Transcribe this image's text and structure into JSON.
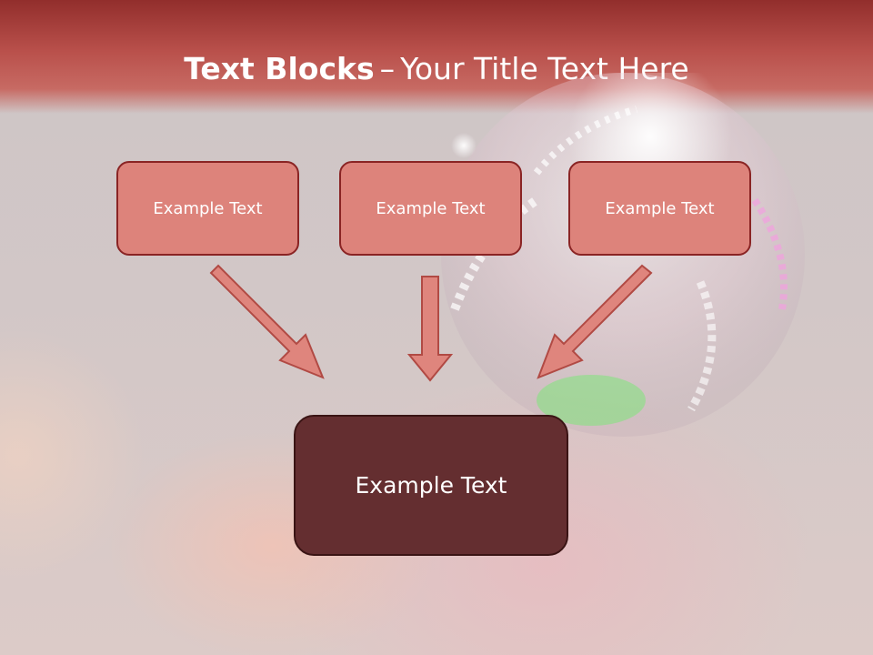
{
  "title": {
    "bold": "Text Blocks",
    "dash": "–",
    "rest": "Your Title Text Here"
  },
  "boxes": [
    {
      "label": "Example Text"
    },
    {
      "label": "Example Text"
    },
    {
      "label": "Example Text"
    }
  ],
  "result_box": {
    "label": "Example Text"
  },
  "colors": {
    "header": "#b9504b",
    "box_fill": "#dd837b",
    "box_border": "#8a2424",
    "result_fill": "#642e30",
    "arrow_fill": "#df857d",
    "arrow_stroke": "#b14a44"
  }
}
